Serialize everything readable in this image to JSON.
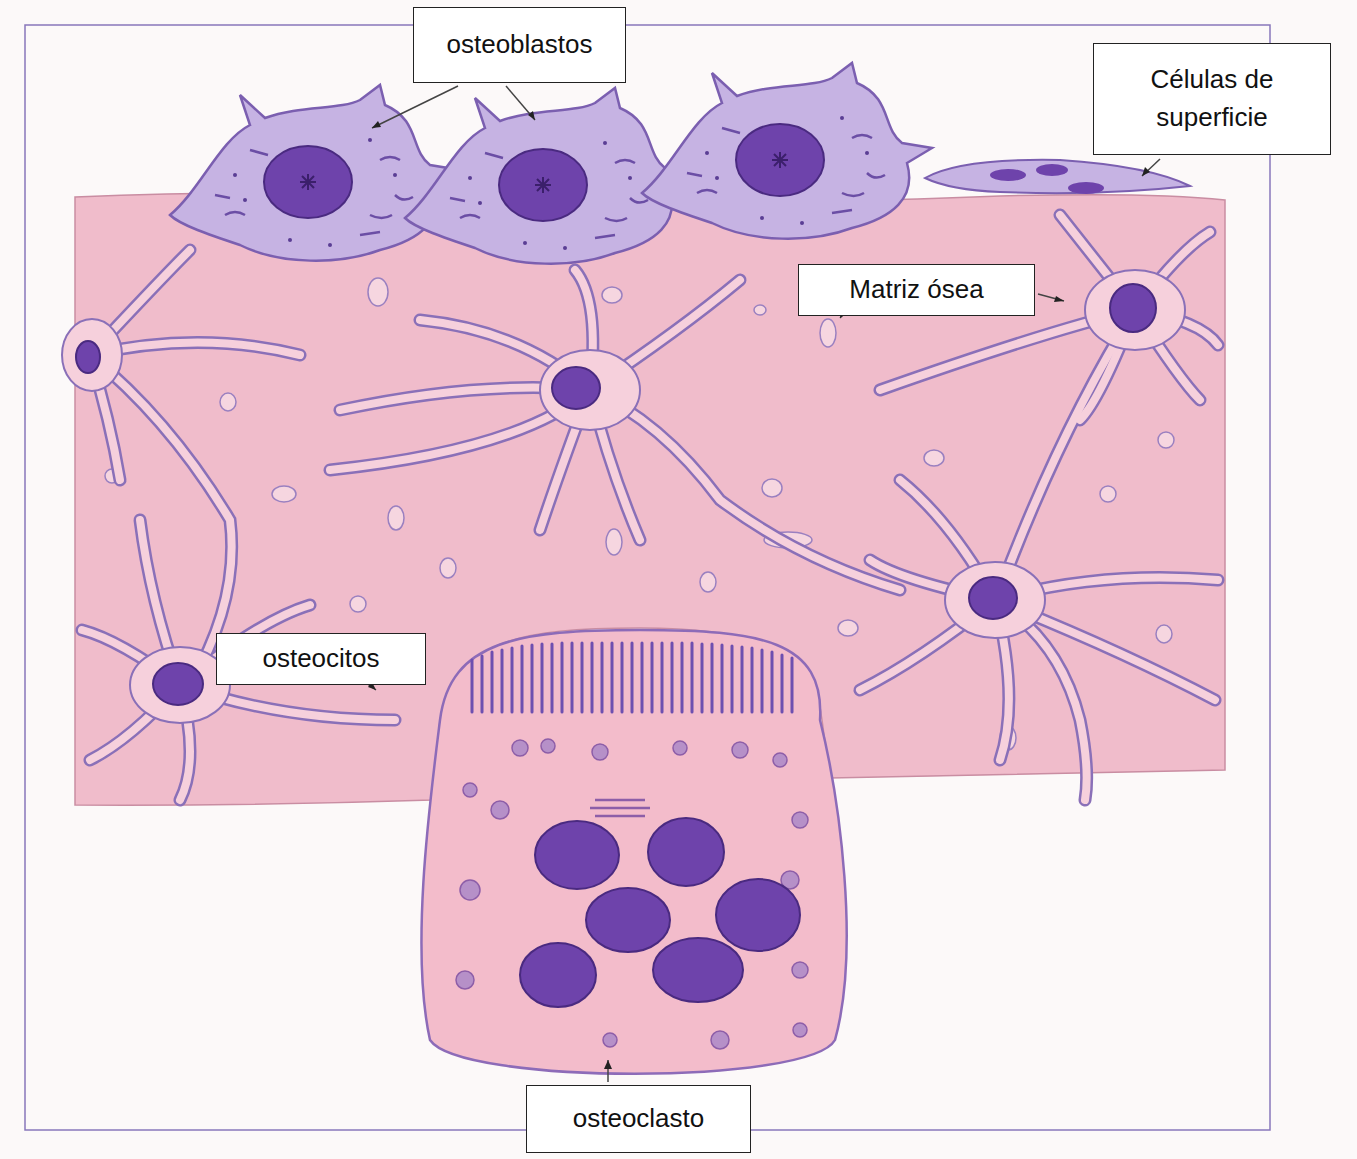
{
  "diagram": {
    "nodes": [
      {
        "text": [
          "osteoblastos"
        ]
      },
      {
        "text": [
          "Células de superficie"
        ]
      },
      {
        "text": [
          "Matriz ósea"
        ]
      },
      {
        "text": [
          "osteocitos"
        ]
      },
      {
        "text": [
          "osteoclasto"
        ]
      }
    ]
  }
}
